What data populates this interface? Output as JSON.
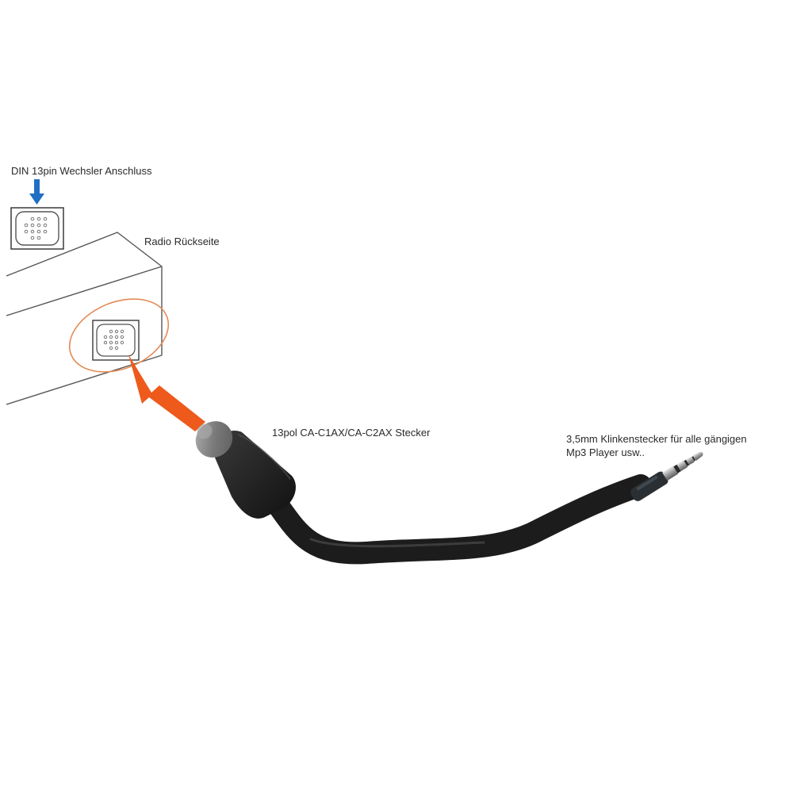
{
  "labels": {
    "din_connector": "DIN 13pin Wechsler Anschluss",
    "radio_back": "Radio Rückseite",
    "plug": "13pol CA-C1AX/CA-C2AX Stecker",
    "jack_line1": "3,5mm Klinkenstecker für alle gängigen",
    "jack_line2": "Mp3 Player usw.."
  },
  "colors": {
    "blue_arrow": "#1f6fc4",
    "orange_arrow": "#ee5a1c",
    "highlight_ellipse": "#e38a55",
    "cable": "#1c1c1c",
    "plug_sleeve": "#8c8c8c",
    "line": "#555555"
  },
  "icons": {
    "din_socket": "din-13pin-socket-icon",
    "down_arrow": "blue-down-arrow-icon",
    "insert_arrow": "orange-insert-arrow-icon"
  }
}
